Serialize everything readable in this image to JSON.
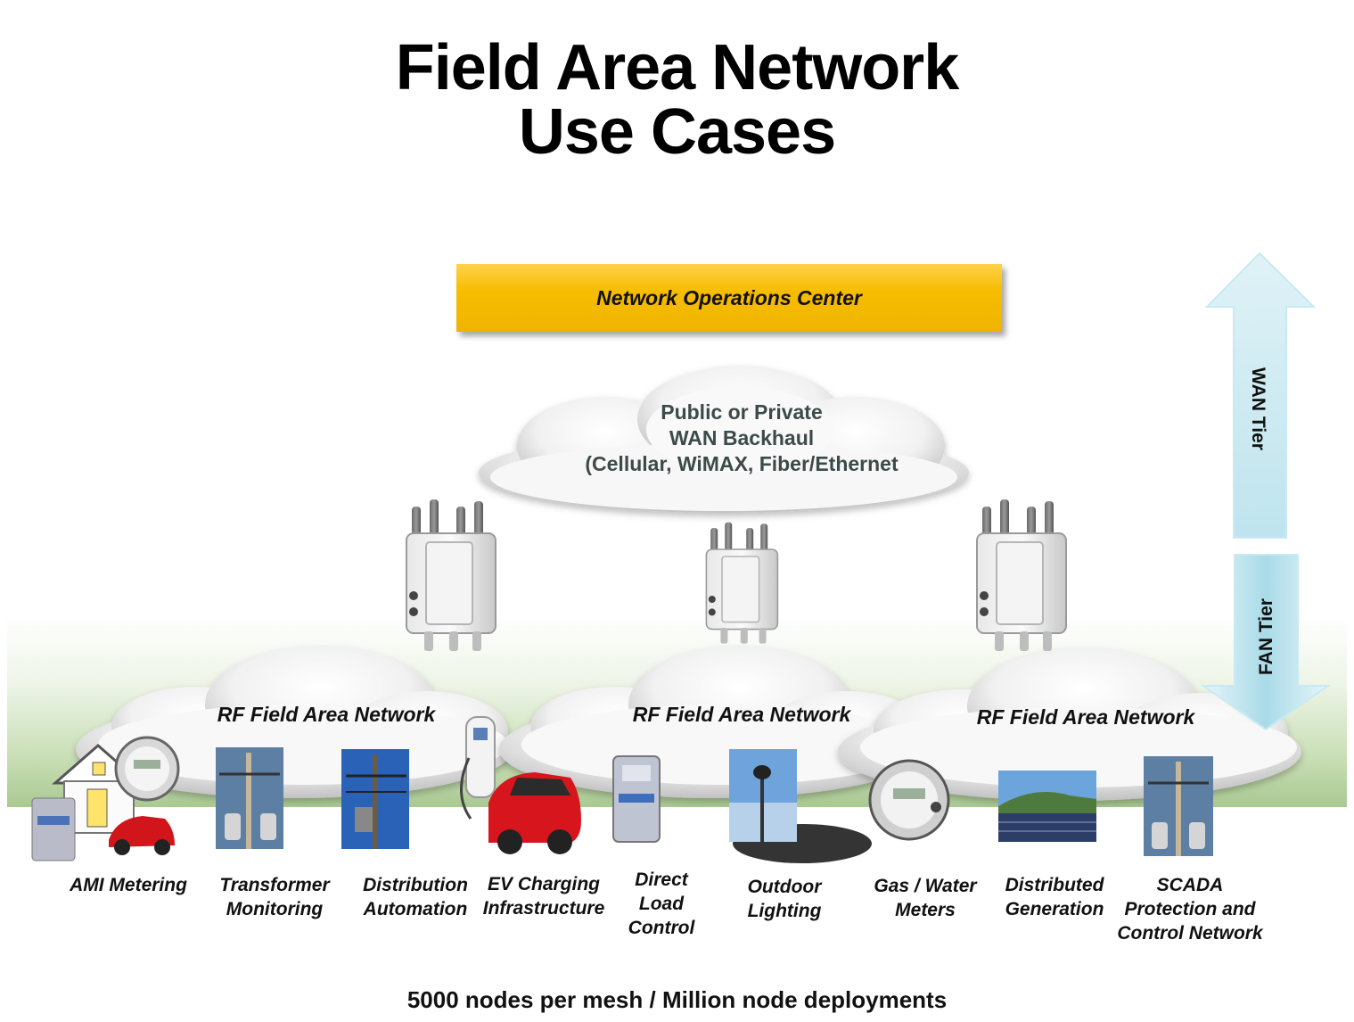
{
  "title": {
    "line1": "Field Area Network",
    "line2": "Use Cases"
  },
  "noc": {
    "label": "Network Operations Center",
    "color": "#f6bd00"
  },
  "wan_cloud": {
    "line1": "Public or Private",
    "line2": "WAN Backhaul",
    "line3": "(Cellular, WiMAX, Fiber/Ethernet"
  },
  "rf_clouds": [
    {
      "label": "RF Field Area Network"
    },
    {
      "label": "RF Field Area Network"
    },
    {
      "label": "RF Field Area Network"
    }
  ],
  "tiers": {
    "wan": "WAN Tier",
    "fan": "FAN Tier",
    "arrow_color": "#a9dbe8"
  },
  "use_cases": [
    {
      "line1": "AMI Metering",
      "line2": "",
      "line3": "",
      "icon": "house-meter-icon"
    },
    {
      "line1": "Transformer",
      "line2": "Monitoring",
      "line3": "",
      "icon": "transformer-icon"
    },
    {
      "line1": "Distribution",
      "line2": "Automation",
      "line3": "",
      "icon": "utility-pole-icon"
    },
    {
      "line1": "EV Charging",
      "line2": "Infrastructure",
      "line3": "",
      "icon": "ev-charger-icon"
    },
    {
      "line1": "Direct",
      "line2": "Load",
      "line3": "Control",
      "icon": "load-control-box-icon"
    },
    {
      "line1": "Outdoor",
      "line2": "Lighting",
      "line3": "",
      "icon": "street-light-icon"
    },
    {
      "line1": "Gas / Water",
      "line2": "Meters",
      "line3": "",
      "icon": "meter-icon"
    },
    {
      "line1": "Distributed",
      "line2": "Generation",
      "line3": "",
      "icon": "solar-farm-icon"
    },
    {
      "line1": "SCADA",
      "line2": "Protection and",
      "line3": "Control Network",
      "icon": "scada-pole-icon"
    }
  ],
  "footer": "5000 nodes per mesh / Million node deployments"
}
